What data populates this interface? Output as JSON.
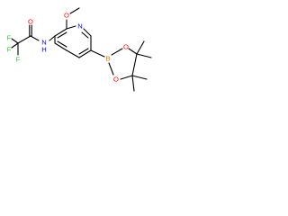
{
  "molecule": {
    "atoms": {
      "f1": {
        "label": "F",
        "color": "#33cc33"
      },
      "f2": {
        "label": "F",
        "color": "#33cc33"
      },
      "f3": {
        "label": "F",
        "color": "#33cc33"
      },
      "carbonyl_o": {
        "label": "O",
        "color": "#ff0000"
      },
      "amide_n": {
        "label": "N",
        "color": "#0000ff"
      },
      "amide_h": {
        "label": "H",
        "color": "#0000ff"
      },
      "methoxy_o": {
        "label": "O",
        "color": "#ff0000"
      },
      "ring_n": {
        "label": "N",
        "color": "#0000ff"
      },
      "boron": {
        "label": "B",
        "color": "#e07000"
      },
      "ester_o1": {
        "label": "O",
        "color": "#ff0000"
      },
      "ester_o2": {
        "label": "O",
        "color": "#ff0000"
      }
    }
  }
}
